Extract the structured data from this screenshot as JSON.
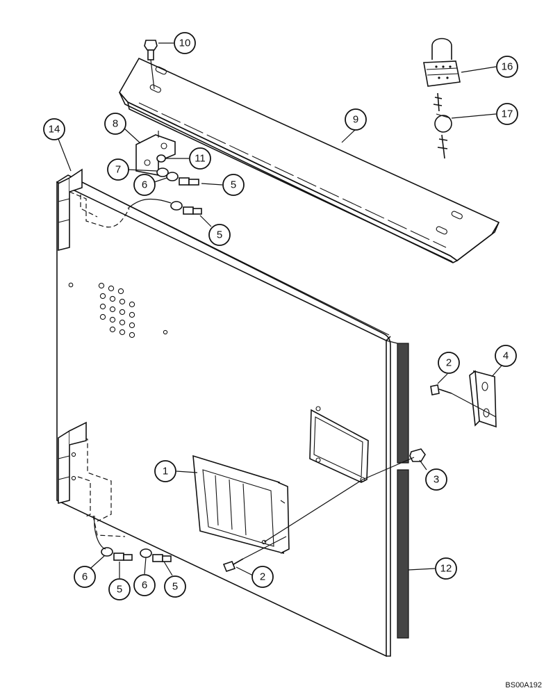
{
  "figure": {
    "caption": "BS00A192"
  },
  "callouts": [
    {
      "id": "c1",
      "label": "1"
    },
    {
      "id": "c2a",
      "label": "2"
    },
    {
      "id": "c2b",
      "label": "2"
    },
    {
      "id": "c3",
      "label": "3"
    },
    {
      "id": "c4",
      "label": "4"
    },
    {
      "id": "c5a",
      "label": "5"
    },
    {
      "id": "c5b",
      "label": "5"
    },
    {
      "id": "c5c",
      "label": "5"
    },
    {
      "id": "c5d",
      "label": "5"
    },
    {
      "id": "c6a",
      "label": "6"
    },
    {
      "id": "c6b",
      "label": "6"
    },
    {
      "id": "c6c",
      "label": "6"
    },
    {
      "id": "c7",
      "label": "7"
    },
    {
      "id": "c8",
      "label": "8"
    },
    {
      "id": "c9",
      "label": "9"
    },
    {
      "id": "c10",
      "label": "10"
    },
    {
      "id": "c11",
      "label": "11"
    },
    {
      "id": "c12",
      "label": "12"
    },
    {
      "id": "c14",
      "label": "14"
    },
    {
      "id": "c16",
      "label": "16"
    },
    {
      "id": "c17",
      "label": "17"
    }
  ]
}
